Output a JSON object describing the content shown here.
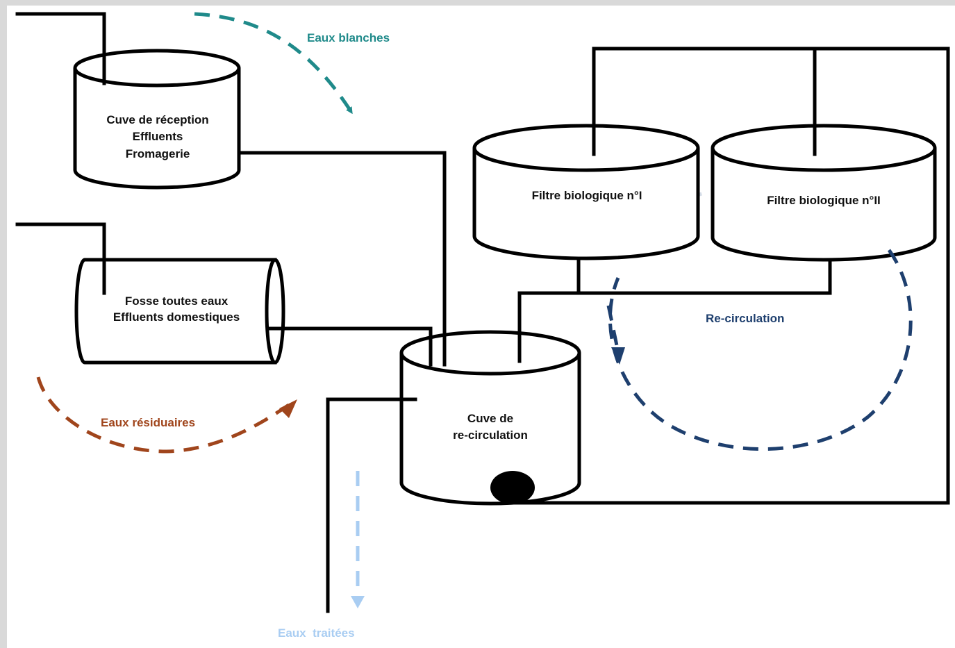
{
  "tanks": {
    "reception": {
      "lines": [
        "Cuve de réception",
        "Effluents",
        "Fromagerie"
      ]
    },
    "fosse": {
      "lines": [
        "Fosse toutes eaux",
        "Effluents domestiques"
      ]
    },
    "recirculation_tank": {
      "lines": [
        "Cuve de",
        "re-circulation"
      ]
    },
    "filtre1": {
      "lines": [
        "Filtre biologique n°I"
      ]
    },
    "filtre2": {
      "lines": [
        "Filtre biologique n°II"
      ]
    }
  },
  "flows": {
    "eaux_blanches": {
      "label": "Eaux blanches",
      "color": "#1f8a8a"
    },
    "eaux_residuaires": {
      "label": "Eaux résiduaires",
      "color": "#a0451c"
    },
    "recirculation": {
      "label": "Re-circulation",
      "color": "#1e3f6e"
    },
    "recirculation_faint": {
      "color": "#d5dde8"
    },
    "eaux_traitees": {
      "label": "Eaux  traitées",
      "color": "#a9cdf2"
    }
  }
}
